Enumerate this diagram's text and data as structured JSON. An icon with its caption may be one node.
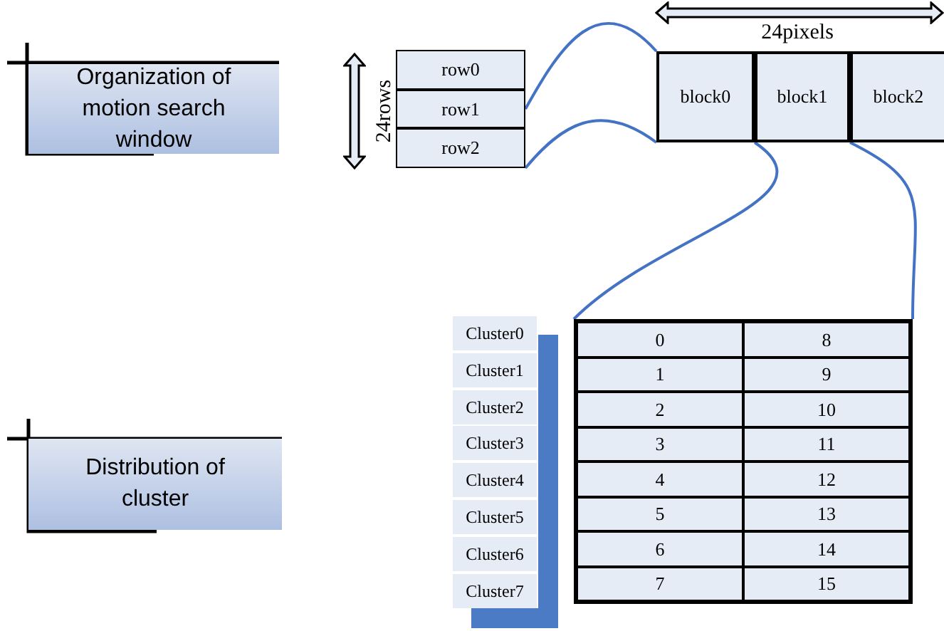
{
  "diagram": {
    "nodes": [
      {
        "text": [
          "Organization of motion search window"
        ]
      },
      {
        "text": [
          "row0"
        ]
      },
      {
        "text": [
          "row1"
        ]
      },
      {
        "text": [
          "row2"
        ]
      },
      {
        "text": [
          "block0"
        ]
      },
      {
        "text": [
          "block1"
        ]
      },
      {
        "text": [
          "block2"
        ]
      },
      {
        "text": [
          "Distribution of cluster"
        ]
      },
      {
        "text": [
          "Cluster0"
        ]
      },
      {
        "text": [
          "Cluster1"
        ]
      },
      {
        "text": [
          "Cluster2"
        ]
      },
      {
        "text": [
          "Cluster3"
        ]
      },
      {
        "text": [
          "Cluster4"
        ]
      },
      {
        "text": [
          "Cluster5"
        ]
      },
      {
        "text": [
          "Cluster6"
        ]
      },
      {
        "text": [
          "Cluster7"
        ]
      },
      {
        "text": [],
        "shape": "box"
      },
      {
        "text": [
          "0"
        ],
        "in": 16
      },
      {
        "text": [
          "8"
        ],
        "in": 16
      },
      {
        "text": [
          "1"
        ],
        "in": 16
      },
      {
        "text": [
          "9"
        ],
        "in": 16
      },
      {
        "text": [
          "2"
        ],
        "in": 16
      },
      {
        "text": [
          "10"
        ],
        "in": 16
      },
      {
        "text": [
          "3"
        ],
        "in": 16
      },
      {
        "text": [
          "11"
        ],
        "in": 16
      },
      {
        "text": [
          "4"
        ],
        "in": 16
      },
      {
        "text": [
          "12"
        ],
        "in": 16
      },
      {
        "text": [
          "5"
        ],
        "in": 16
      },
      {
        "text": [
          "13"
        ],
        "in": 16
      },
      {
        "text": [
          "6"
        ],
        "in": 16
      },
      {
        "text": [
          "14"
        ],
        "in": 16
      },
      {
        "text": [
          "7"
        ],
        "in": 16
      },
      {
        "text": [
          "15"
        ],
        "in": 16
      },
      {
        "text": [],
        "shape": "arrow"
      },
      {
        "text": [],
        "shape": "arrow"
      },
      {
        "text": [],
        "shape": "bar"
      }
    ],
    "edges": [
      {
        "from": 2,
        "to": 4,
        "arrow": "none"
      },
      {
        "from": 3,
        "to": 4,
        "arrow": "none"
      },
      {
        "from": 5,
        "to": 16,
        "arrow": "none"
      },
      {
        "from": 6,
        "to": 16,
        "arrow": "none"
      }
    ],
    "labels": [
      "24rows",
      "24pixels"
    ]
  }
}
